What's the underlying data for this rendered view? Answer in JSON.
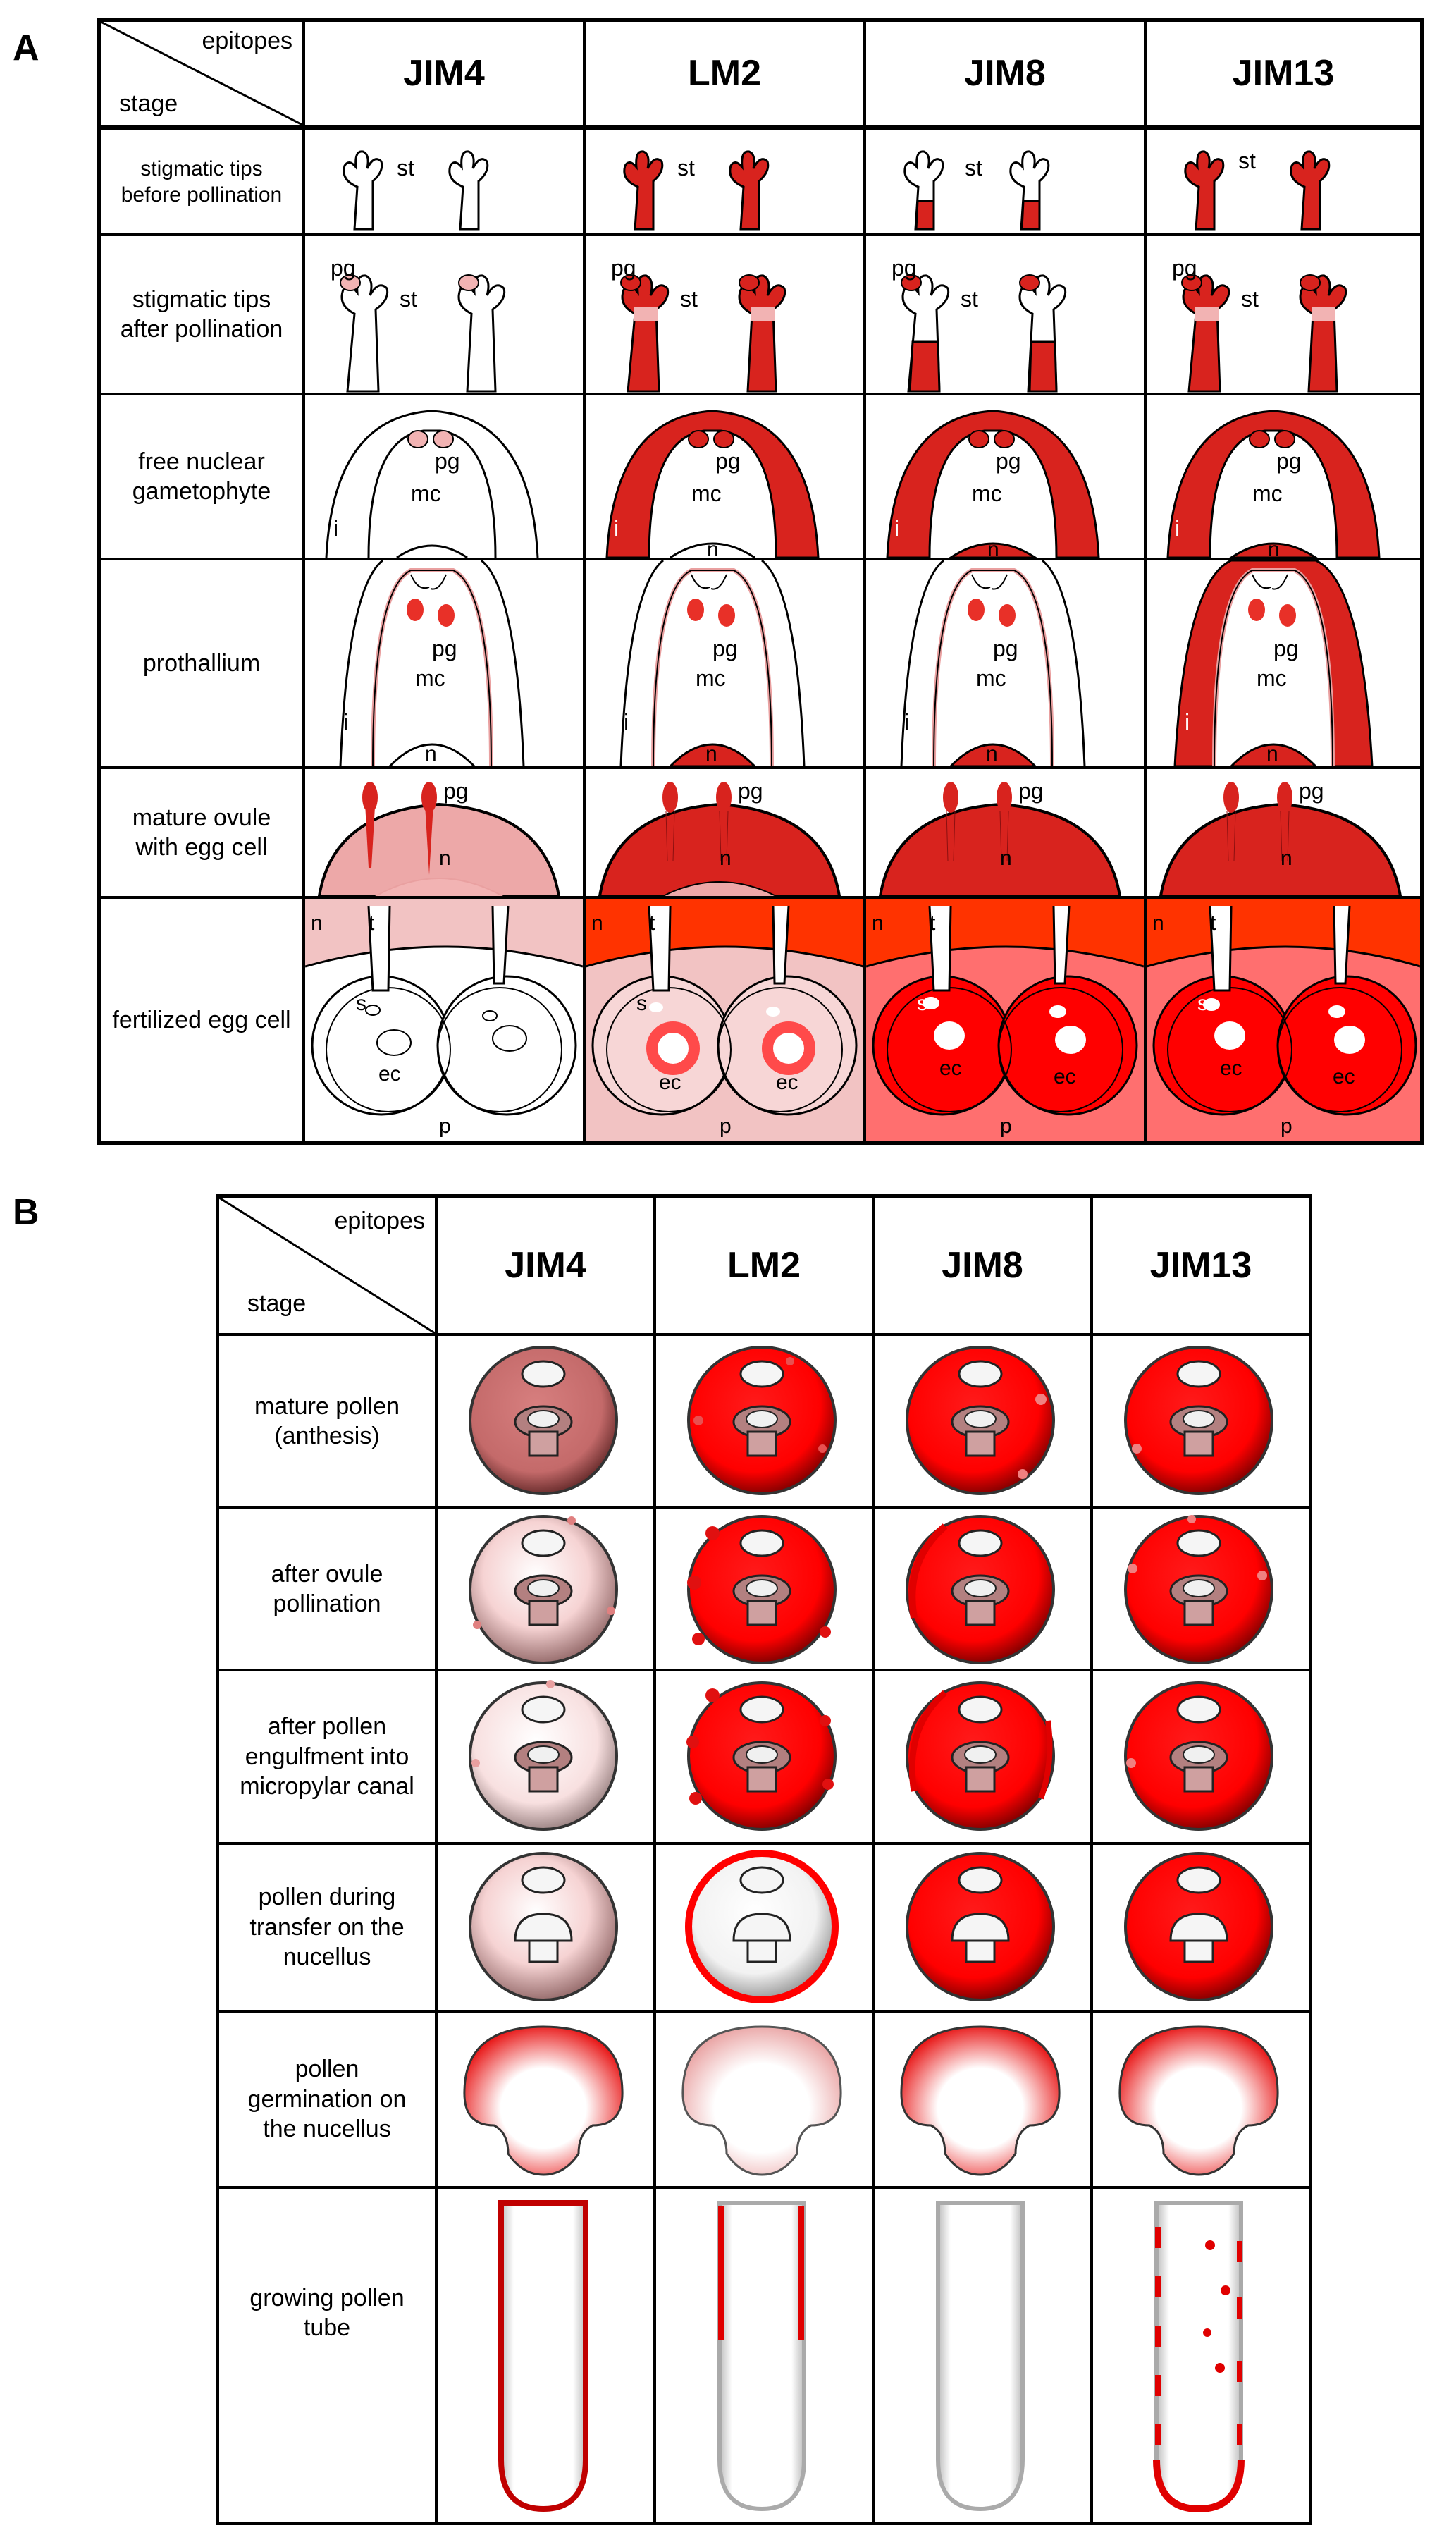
{
  "panelA": {
    "label": "A",
    "corner": {
      "top": "epitopes",
      "bottom": "stage"
    },
    "columns": [
      "JIM4",
      "LM2",
      "JIM8",
      "JIM13"
    ],
    "rows": [
      {
        "stage": "stigmatic tips before pollination"
      },
      {
        "stage": "stigmatic tips after pollination"
      },
      {
        "stage": "free  nuclear gametophyte"
      },
      {
        "stage": "prothallium"
      },
      {
        "stage": "mature ovule with egg cell"
      },
      {
        "stage": "fertilized egg cell"
      }
    ],
    "labels": {
      "st": "st",
      "pg": "pg",
      "mc": "mc",
      "i": "i",
      "n": "n",
      "t": "t",
      "s": "s",
      "ec": "ec",
      "p": "p"
    }
  },
  "panelB": {
    "label": "B",
    "corner": {
      "top": "epitopes",
      "bottom": "stage"
    },
    "columns": [
      "JIM4",
      "LM2",
      "JIM8",
      "JIM13"
    ],
    "rows": [
      {
        "stage": "mature pollen (anthesis)"
      },
      {
        "stage": "after ovule pollination"
      },
      {
        "stage": "after pollen engulfment into micropylar canal"
      },
      {
        "stage": "pollen during transfer on the nucellus"
      },
      {
        "stage": "pollen germination on the nucellus"
      },
      {
        "stage": "growing pollen tube"
      }
    ]
  },
  "colors": {
    "red": "#d8231e",
    "bright_red": "#ff0000",
    "pink": "#f2b3b3",
    "light_pink": "#f7d6d6",
    "orange_red": "#ff3300"
  }
}
